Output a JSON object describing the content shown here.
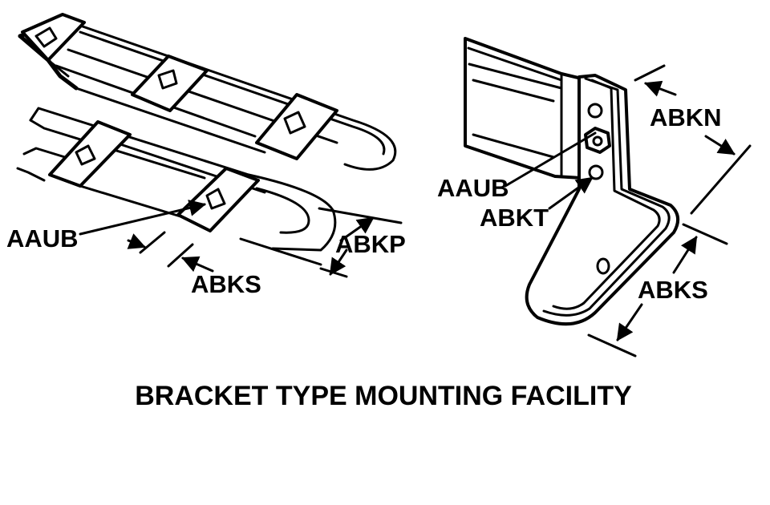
{
  "left_figure": {
    "labels": {
      "clip": "AAUB",
      "spacing": "ABKS",
      "width": "ABKP"
    }
  },
  "right_figure": {
    "labels": {
      "clip": "AAUB",
      "hole": "ABKT",
      "height": "ABKN",
      "spacing": "ABKS"
    }
  },
  "caption": "BRACKET TYPE MOUNTING FACILITY"
}
